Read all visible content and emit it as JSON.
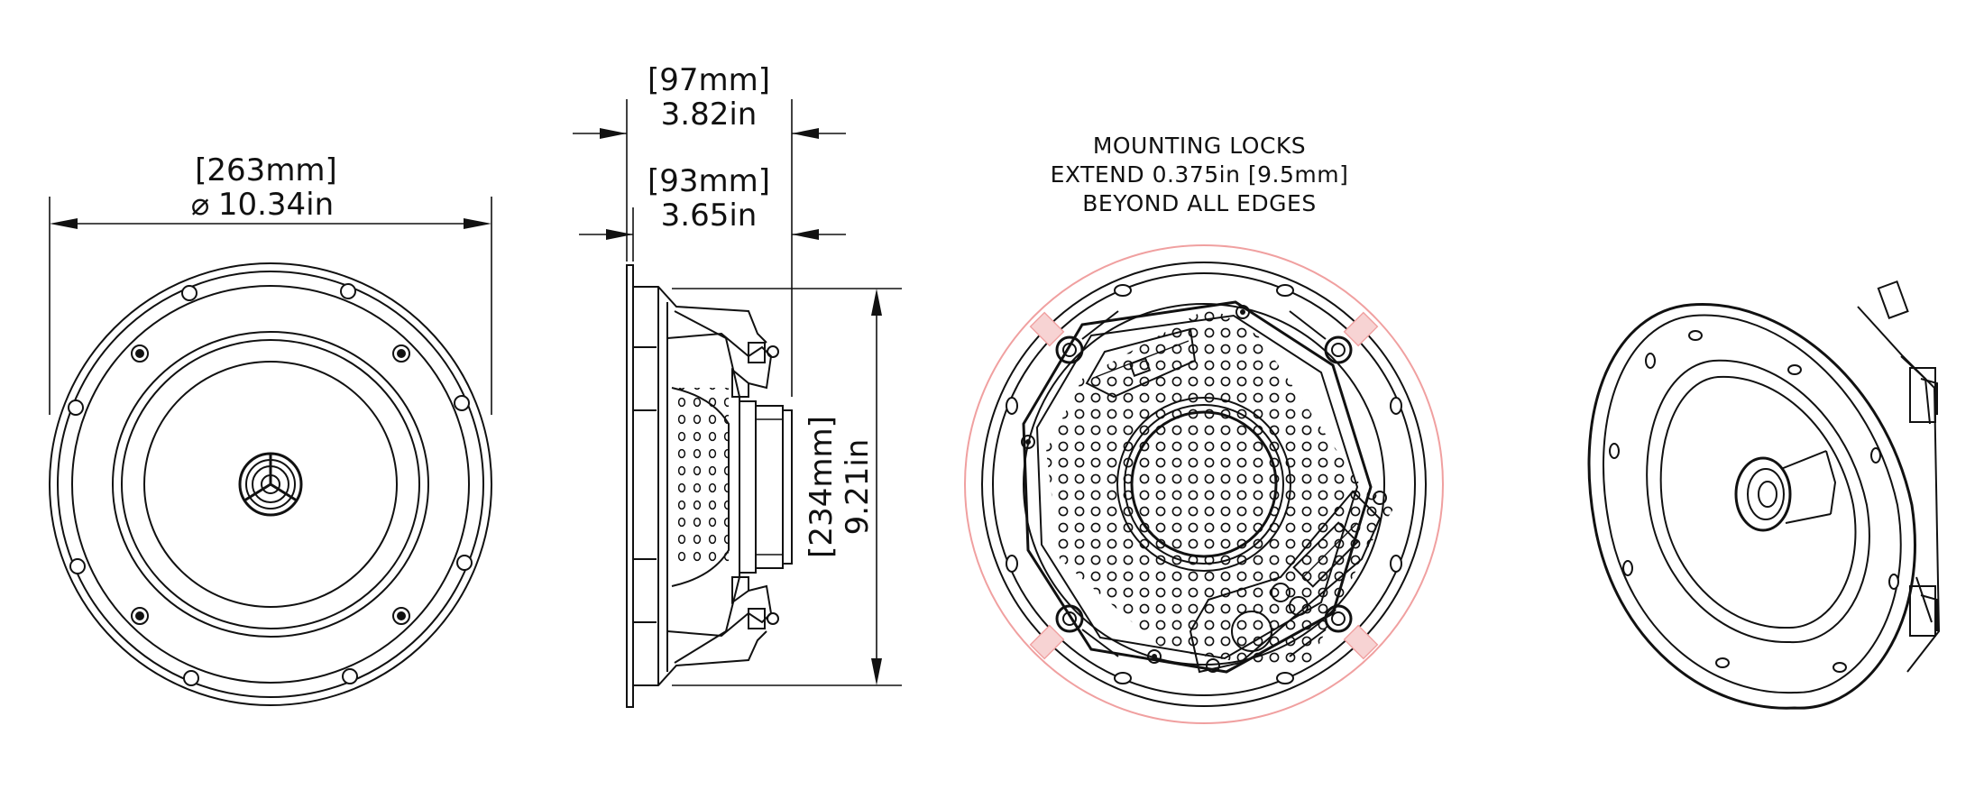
{
  "colors": {
    "line": "#111111",
    "mounting_lock_outline": "#f0a0a0",
    "background": "#ffffff"
  },
  "dimensions": {
    "diameter": {
      "mm": "[263mm]",
      "in": "10.34in",
      "symbol": "⌀"
    },
    "depth_overall": {
      "mm": "[97mm]",
      "in": "3.82in"
    },
    "depth_mounting": {
      "mm": "[93mm]",
      "in": "3.65in"
    },
    "cutout": {
      "mm": "[234mm]",
      "in": "9.21in"
    }
  },
  "note": {
    "line1": "MOUNTING LOCKS",
    "line2": "EXTEND 0.375in [9.5mm]",
    "line3": "BEYOND ALL EDGES"
  }
}
